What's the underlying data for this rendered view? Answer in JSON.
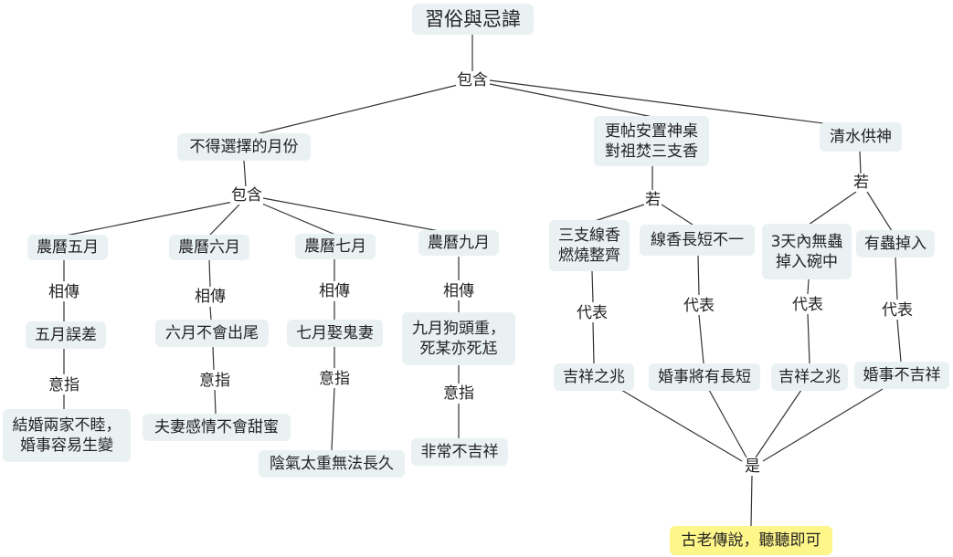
{
  "diagram": {
    "root": "習俗與忌諱",
    "answer": "古老傳說，聽聽即可",
    "labels": {
      "include": "包含",
      "if": "若",
      "rumor": "相傳",
      "meaning": "意指",
      "represents": "代表",
      "is": "是"
    },
    "topics": {
      "months": "不得選擇的月份",
      "altar": "更帖安置神桌\n對祖焚三支香",
      "water": "清水供神"
    },
    "months": [
      {
        "name": "農曆五月",
        "legend": "五月誤差",
        "meaning": "結婚兩家不睦，\n婚事容易生變"
      },
      {
        "name": "農曆六月",
        "legend": "六月不會出尾",
        "meaning": "夫妻感情不會甜蜜"
      },
      {
        "name": "農曆七月",
        "legend": "七月娶鬼妻",
        "meaning": "陰氣太重無法長久"
      },
      {
        "name": "農曆九月",
        "legend": "九月狗頭重，\n死某亦死尪",
        "meaning": "非常不吉祥"
      }
    ],
    "conditions": [
      {
        "condition": "三支線香\n燃燒整齊",
        "omen": "吉祥之兆"
      },
      {
        "condition": "線香長短不一",
        "omen": "婚事將有長短"
      },
      {
        "condition": "3天內無蟲\n掉入碗中",
        "omen": "吉祥之兆"
      },
      {
        "condition": "有蟲掉入",
        "omen": "婚事不吉祥"
      }
    ]
  }
}
